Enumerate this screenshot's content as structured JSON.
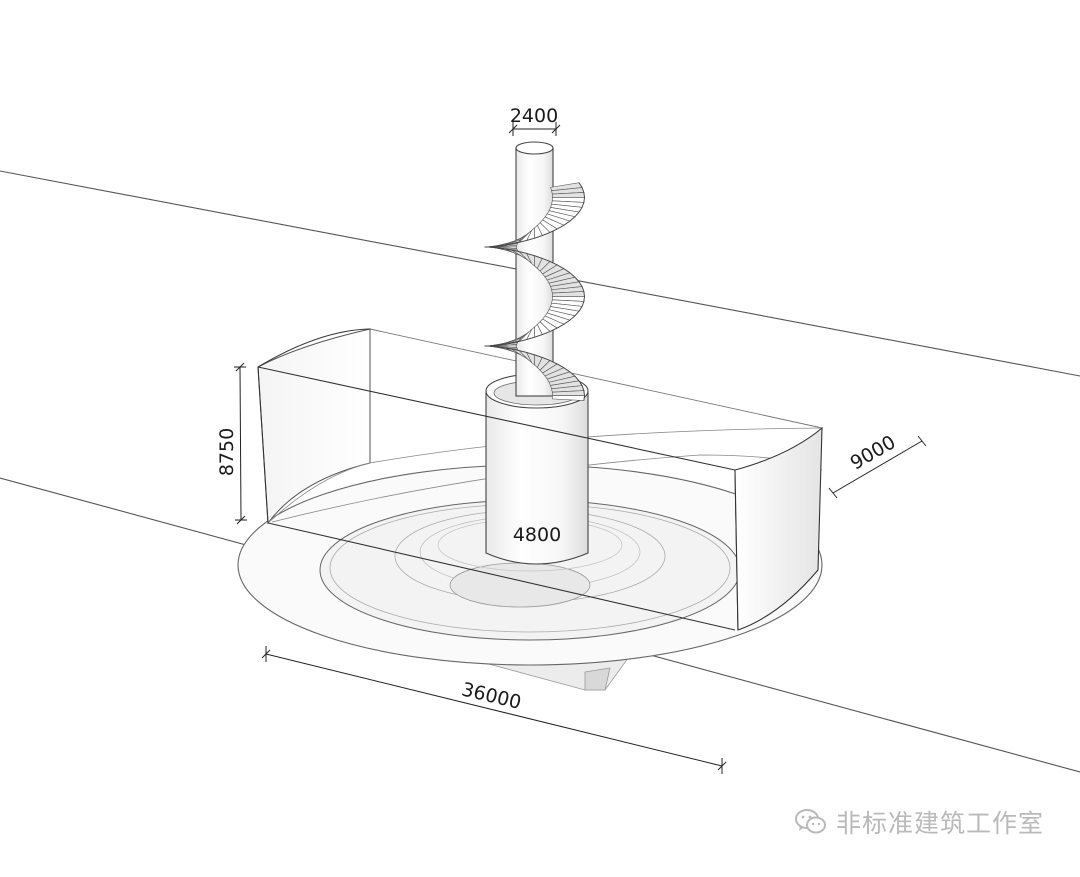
{
  "dimensions": {
    "stair_tube_diameter": "2400",
    "base_cylinder_diameter": "4800",
    "box_height": "8750",
    "box_depth": "9000",
    "disc_diameter": "36000"
  },
  "watermark": {
    "text": "非标准建筑工作室",
    "icon": "wechat-icon"
  },
  "colors": {
    "line": "#444444",
    "light_line": "#9a9a9a",
    "shadow": "#dcdcdc",
    "watermark": "#b9b9b9"
  }
}
